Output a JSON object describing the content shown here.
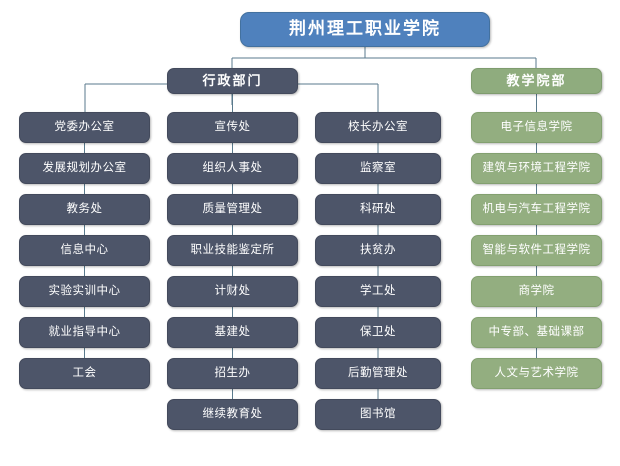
{
  "chart_title": "荆州理工职业学院",
  "colors": {
    "root": "#4F81BD",
    "admin": "#4D5569",
    "academic": "#93AE80",
    "academic_head": "#8FAC7E",
    "connector": "#5A7A8C",
    "background": "#FFFFFF"
  },
  "root": {
    "label": "荆州理工职业学院"
  },
  "branches": [
    {
      "id": "admin",
      "label": "行政部门",
      "columns": [
        {
          "id": "admin-col-1",
          "items": [
            {
              "label": "党委办公室"
            },
            {
              "label": "发展规划办公室"
            },
            {
              "label": "教务处"
            },
            {
              "label": "信息中心"
            },
            {
              "label": "实验实训中心"
            },
            {
              "label": "就业指导中心"
            },
            {
              "label": "工会"
            }
          ]
        },
        {
          "id": "admin-col-2",
          "items": [
            {
              "label": "宣传处"
            },
            {
              "label": "组织人事处"
            },
            {
              "label": "质量管理处"
            },
            {
              "label": "职业技能鉴定所"
            },
            {
              "label": "计财处"
            },
            {
              "label": "基建处"
            },
            {
              "label": "招生办"
            },
            {
              "label": "继续教育处"
            }
          ]
        },
        {
          "id": "admin-col-3",
          "items": [
            {
              "label": "校长办公室"
            },
            {
              "label": "监察室"
            },
            {
              "label": "科研处"
            },
            {
              "label": "扶贫办"
            },
            {
              "label": "学工处"
            },
            {
              "label": "保卫处"
            },
            {
              "label": "后勤管理处"
            },
            {
              "label": "图书馆"
            }
          ]
        }
      ]
    },
    {
      "id": "academic",
      "label": "教学院部",
      "columns": [
        {
          "id": "academic-col-1",
          "items": [
            {
              "label": "电子信息学院"
            },
            {
              "label": "建筑与环境工程学院"
            },
            {
              "label": "机电与汽车工程学院"
            },
            {
              "label": "智能与软件工程学院"
            },
            {
              "label": "商学院"
            },
            {
              "label": "中专部、基础课部"
            },
            {
              "label": "人文与艺术学院"
            }
          ]
        }
      ]
    }
  ]
}
